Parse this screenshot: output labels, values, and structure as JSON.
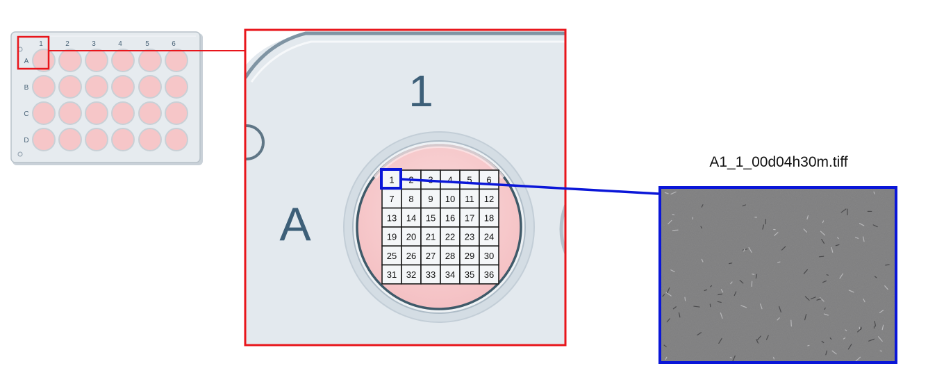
{
  "plate": {
    "columns": [
      "1",
      "2",
      "3",
      "4",
      "5",
      "6"
    ],
    "rows": [
      "A",
      "B",
      "C",
      "D"
    ]
  },
  "zoom": {
    "column_label": "1",
    "row_label": "A"
  },
  "tile_grid": {
    "rows": 6,
    "cols": 6,
    "tiles": [
      "1",
      "2",
      "3",
      "4",
      "5",
      "6",
      "7",
      "8",
      "9",
      "10",
      "11",
      "12",
      "13",
      "14",
      "15",
      "16",
      "17",
      "18",
      "19",
      "20",
      "21",
      "22",
      "23",
      "24",
      "25",
      "26",
      "27",
      "28",
      "29",
      "30",
      "31",
      "32",
      "33",
      "34",
      "35",
      "36"
    ]
  },
  "image_panel": {
    "filename": "A1_1_00d04h30m.tiff"
  },
  "colors": {
    "highlight_red": "#e8151b",
    "highlight_blue": "#0a16d8",
    "well_pink": "#f6c6c8",
    "plate_gray": "#e3e8ec",
    "label_slate": "#3d5f78"
  }
}
